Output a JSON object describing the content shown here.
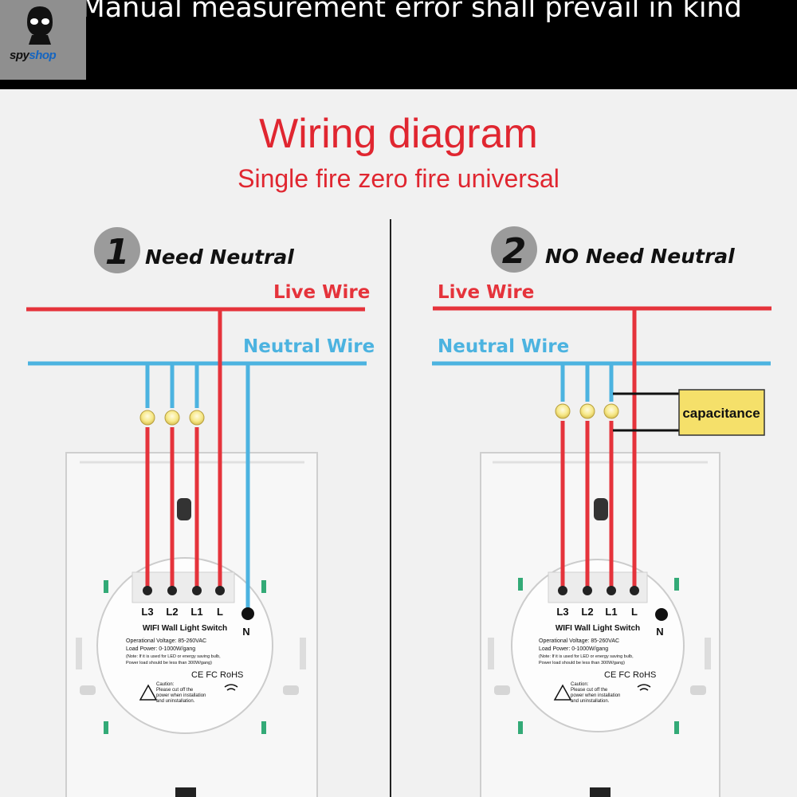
{
  "header": {
    "note": "*Manual measurement error shall prevail in kind",
    "logo_text_a": "spy",
    "logo_text_b": "shop"
  },
  "title": "Wiring diagram",
  "subtitle": "Single fire zero fire universal",
  "panels": [
    {
      "number": "1",
      "heading": "Need Neutral",
      "live_label": "Live Wire",
      "neutral_label": "Neutral Wire",
      "terminals": [
        "L3",
        "L2",
        "L1",
        "L"
      ],
      "n_label": "N",
      "module": {
        "name": "WIFI Wall Light Switch",
        "voltage": "Operational Voltage: 85-260VAC",
        "load": "Load Power: 0-1000W/gang",
        "note1": "(Note: If it is used for LED or energy saving bulb,",
        "note2": "Power load should be less than 300W/gang)",
        "marks": "CE FC RoHS",
        "caution": "Caution:",
        "caution1": "Please cut off the",
        "caution2": "power when installation",
        "caution3": "and uninstallation."
      }
    },
    {
      "number": "2",
      "heading": "NO Need Neutral",
      "live_label": "Live Wire",
      "neutral_label": "Neutral Wire",
      "terminals": [
        "L3",
        "L2",
        "L1",
        "L"
      ],
      "n_label": "N",
      "capacitance_label": "capacitance",
      "module": {
        "name": "WIFI Wall Light Switch",
        "voltage": "Operational Voltage: 85-260VAC",
        "load": "Load Power: 0-1000W/gang",
        "note1": "(Note: If it is used for LED or energy saving bulb,",
        "note2": "Power load should be less than 300W/gang)",
        "marks": "CE FC RoHS",
        "caution": "Caution:",
        "caution1": "Please cut off the",
        "caution2": "power when installation",
        "caution3": "and uninstallation."
      }
    }
  ],
  "colors": {
    "live": "#e5333b",
    "neutral": "#4cb3e0",
    "title": "#e02630",
    "capacitance_fill": "#f5e06a"
  }
}
